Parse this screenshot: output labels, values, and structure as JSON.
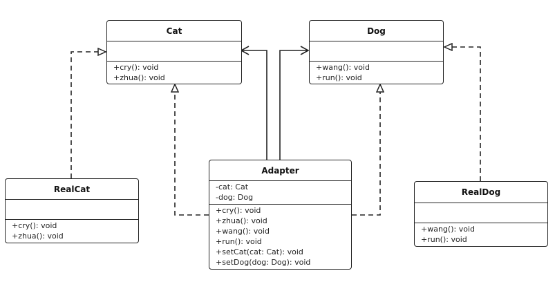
{
  "classes": {
    "cat": {
      "name": "Cat",
      "attributes": [],
      "methods": [
        "+cry():  void",
        "+zhua():  void"
      ]
    },
    "dog": {
      "name": "Dog",
      "attributes": [],
      "methods": [
        "+wang():  void",
        "+run():  void"
      ]
    },
    "adapter": {
      "name": "Adapter",
      "attributes": [
        "-cat:  Cat",
        "-dog:  Dog"
      ],
      "methods": [
        "+cry():  void",
        "+zhua():  void",
        "+wang():  void",
        "+run():  void",
        "+setCat(cat:  Cat):  void",
        "+setDog(dog:  Dog):  void"
      ]
    },
    "realcat": {
      "name": "RealCat",
      "attributes": [],
      "methods": [
        "+cry():  void",
        "+zhua():  void"
      ]
    },
    "realdog": {
      "name": "RealDog",
      "attributes": [],
      "methods": [
        "+wang():  void",
        "+run():  void"
      ]
    }
  },
  "relations": [
    {
      "from": "RealCat",
      "to": "Cat",
      "kind": "realization"
    },
    {
      "from": "Adapter",
      "to": "Cat",
      "kind": "realization"
    },
    {
      "from": "Adapter",
      "to": "Dog",
      "kind": "realization"
    },
    {
      "from": "RealDog",
      "to": "Dog",
      "kind": "realization"
    },
    {
      "from": "Adapter",
      "to": "Cat",
      "kind": "association"
    },
    {
      "from": "Adapter",
      "to": "Dog",
      "kind": "association"
    }
  ]
}
